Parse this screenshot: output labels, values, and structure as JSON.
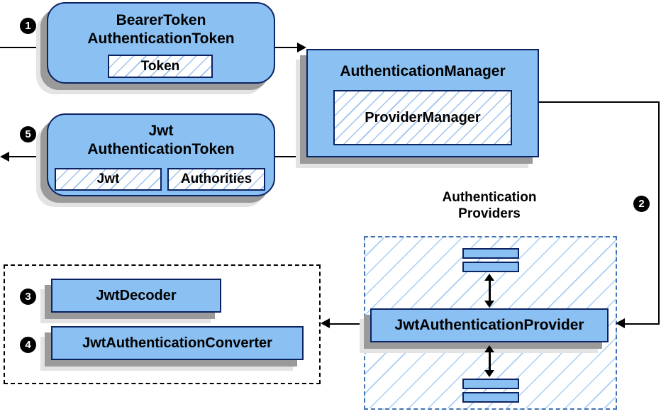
{
  "colors": {
    "node_fill": "#8ac0f2",
    "node_border": "#0b2364",
    "hatch_line": "#9cc3ee",
    "providers_dash_border": "#4273b4",
    "decoder_dash_border": "#000000",
    "shadow_dark": "#9a9a9a",
    "shadow_light": "#e3e3e3",
    "connector": "#000000"
  },
  "nodes": {
    "bearer_token": {
      "title_line1": "BearerToken",
      "title_line2": "AuthenticationToken",
      "field_token": "Token"
    },
    "authentication_manager": {
      "title": "AuthenticationManager",
      "field_provider_manager": "ProviderManager"
    },
    "jwt_token": {
      "title_line1": "Jwt",
      "title_line2": "AuthenticationToken",
      "field_jwt": "Jwt",
      "field_authorities": "Authorities"
    },
    "providers_group": {
      "label_line1": "Authentication",
      "label_line2": "Providers",
      "provider": "JwtAuthenticationProvider"
    },
    "decoder_group": {
      "decoder": "JwtDecoder",
      "converter": "JwtAuthenticationConverter"
    }
  },
  "steps": {
    "s1": "1",
    "s2": "2",
    "s3": "3",
    "s4": "4",
    "s5": "5"
  }
}
